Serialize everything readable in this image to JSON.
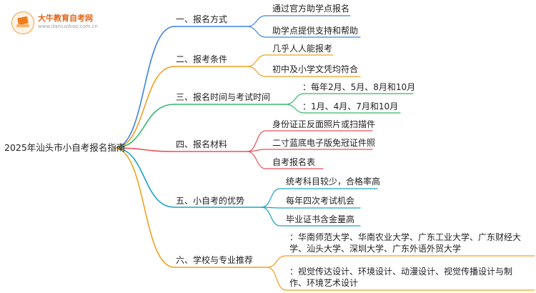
{
  "brand": {
    "name": "大牛教育自考网",
    "url": "www.daniuzikao.com.cn"
  },
  "root": "2025年汕头市小自考报名指南",
  "branches": [
    {
      "label": "一、报名方式",
      "color": "#3b83e8",
      "children": [
        "通过官方助学点报名",
        "助学点提供支持和帮助"
      ]
    },
    {
      "label": "二、报考条件",
      "color": "#f0a020",
      "children": [
        "几乎人人能报考",
        "初中及小学文凭均符合"
      ]
    },
    {
      "label": "三、报名时间与考试时间",
      "color": "#33b86b",
      "children": [
        "：每年2月、5月、8月和10月",
        "：1月、4月、7月和10月"
      ]
    },
    {
      "label": "四、报名材料",
      "color": "#e8505b",
      "children": [
        "身份证正反面照片或扫描件",
        "二寸蓝底电子版免冠证件照",
        "自考报名表"
      ]
    },
    {
      "label": "五、小自考的优势",
      "color": "#1aa3c8",
      "children": [
        "统考科目较少，合格率高",
        "每年四次考试机会",
        "毕业证书含金量高"
      ]
    },
    {
      "label": "六、学校与专业推荐",
      "color": "#f0a020",
      "children": [
        "：华南师范大学、华南农业大学、广东工业大学、广东财经大学、汕头大学、深圳大学、广东外语外贸大学",
        "：视觉传达设计、环境设计、动漫设计、视觉传播设计与制作、环境艺术设计"
      ]
    }
  ]
}
